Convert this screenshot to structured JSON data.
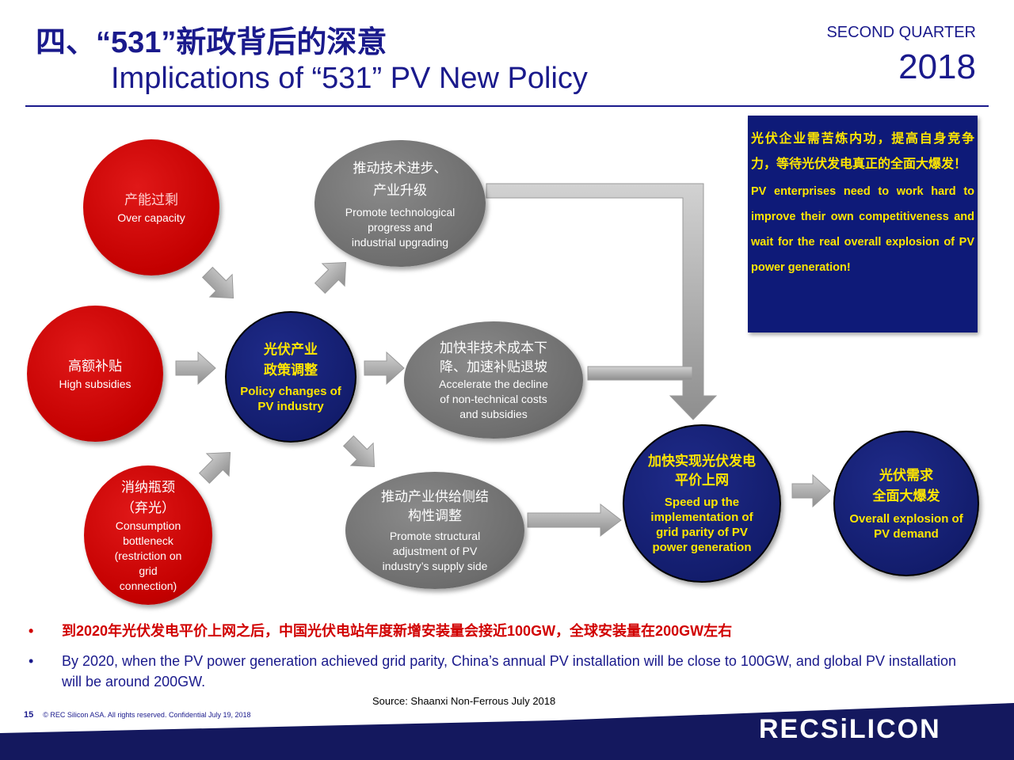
{
  "header": {
    "title_zh": "四、“531”新政背后的深意",
    "title_en": "Implications  of “531” PV New Policy",
    "quarter": "SECOND QUARTER",
    "year": "2018"
  },
  "diagram": {
    "overcapacity": {
      "zh": "产能过剩",
      "en": "Over capacity"
    },
    "subsidies": {
      "zh": "高额补贴",
      "en": "High subsidies"
    },
    "consumption": {
      "zh1": "消纳瓶颈",
      "zh2": "（弃光）",
      "en1": "Consumption",
      "en2": "bottleneck",
      "en3": "(restriction on",
      "en4": "grid",
      "en5": "connection)"
    },
    "policy": {
      "zh1": "光伏产业",
      "zh2": "政策调整",
      "en1": "Policy changes of",
      "en2": "PV industry"
    },
    "tech": {
      "zh1": "推动技术进步、",
      "zh2": "产业升级",
      "en1": "Promote technological",
      "en2": "progress and",
      "en3": "industrial upgrading"
    },
    "costs": {
      "zh1": "加快非技术成本下",
      "zh2": "降、加速补贴退坡",
      "en1": "Accelerate the decline",
      "en2": "of non-technical costs",
      "en3": "and subsidies"
    },
    "structural": {
      "zh1": "推动产业供给侧结",
      "zh2": "构性调整",
      "en1": "Promote structural",
      "en2": "adjustment of PV",
      "en3": "industry’s supply side"
    },
    "parity": {
      "zh1": "加快实现光伏发电",
      "zh2": "平价上网",
      "en1": "Speed up the",
      "en2": "implementation of",
      "en3": "grid parity of PV",
      "en4": "power generation"
    },
    "demand": {
      "zh1": "光伏需求",
      "zh2": "全面大爆发",
      "en1": "Overall explosion of",
      "en2": "PV demand"
    }
  },
  "callout": {
    "zh": "光伏企业需苦炼内功，提高自身竞争力，等待光伏发电真正的全面大爆发！",
    "en": "PV enterprises need to work hard to improve their own competitiveness and wait for the real overall explosion of PV power generation!"
  },
  "bullets": {
    "bullet_symbol": "•",
    "zh": "到2020年光伏发电平价上网之后，中国光伏电站年度新增安装量会接近100GW，全球安装量在200GW左右",
    "en": "By 2020, when the PV power generation achieved grid parity, China’s annual PV installation will be close to 100GW, and global PV installation will be around 200GW."
  },
  "source": "Source: Shaanxi Non-Ferrous July 2018",
  "footer": {
    "page": "15",
    "copyright": "© REC Silicon ASA. All rights reserved. Confidential  July 19, 2018"
  },
  "logo": "RECSiLICON",
  "colors": {
    "navy": "#1a1a8c",
    "red": "#c40000",
    "grey": "#6d6d6d",
    "yellow": "#ffe600"
  }
}
